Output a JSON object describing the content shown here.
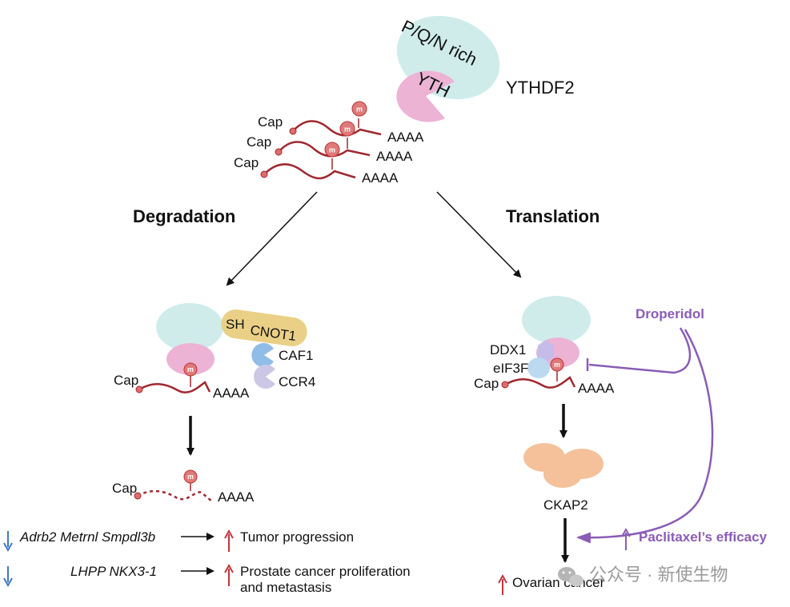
{
  "top": {
    "pqn_label": "P/Q/N rich",
    "yth_label": "YTH",
    "protein_name": "YTHDF2",
    "cap_labels": [
      "Cap",
      "Cap",
      "Cap"
    ],
    "polya_labels": [
      "AAAA",
      "AAAA",
      "AAAA"
    ],
    "m6a_mark": "m"
  },
  "degradation": {
    "heading": "Degradation",
    "sh_label": "SH",
    "cnot1_label": "CNOT1",
    "caf1_label": "CAF1",
    "ccr4_label": "CCR4",
    "cap_label": "Cap",
    "polya_label": "AAAA",
    "m6a_mark": "m",
    "degraded_cap_label": "Cap",
    "degraded_polya_label": "AAAA",
    "degraded_m6a_mark": "m",
    "targets": [
      {
        "genes": "Adrb2 Metrnl Smpdl3b",
        "outcome": "Tumor progression"
      },
      {
        "genes": "LHPP NKX3-1",
        "outcome": "Prostate cancer proliferation",
        "outcome_line2": "and metastasis"
      }
    ]
  },
  "translation": {
    "heading": "Translation",
    "ddx1_label": "DDX1",
    "eif3f_label": "eIF3F",
    "cap_label": "Cap",
    "polya_label": "AAAA",
    "m6a_mark": "m",
    "ckap2_label": "CKAP2",
    "drug_label": "Droperidol",
    "efficacy_label": "Paclitaxel’s  efficacy",
    "outcome_label": "Ovarian cancer"
  },
  "watermark": {
    "text": "公众号 · 新使生物"
  },
  "colors": {
    "rna": "#a1282f",
    "cap_dot": "#e06b6b",
    "m6a_fill": "#e07a7a",
    "pqn": "#cfeceb",
    "yth": "#ecb3d5",
    "cnot": "#ead086",
    "caf1": "#8fbde8",
    "ccr4": "#cdc7e6",
    "ddx1": "#c5bcea",
    "eif3f": "#bcd9ef",
    "ckap2": "#f4c19a",
    "purple": "#8a5cb5",
    "arrow_down_blue": "#3d7bc0",
    "arrow_up_red": "#c0353a"
  }
}
